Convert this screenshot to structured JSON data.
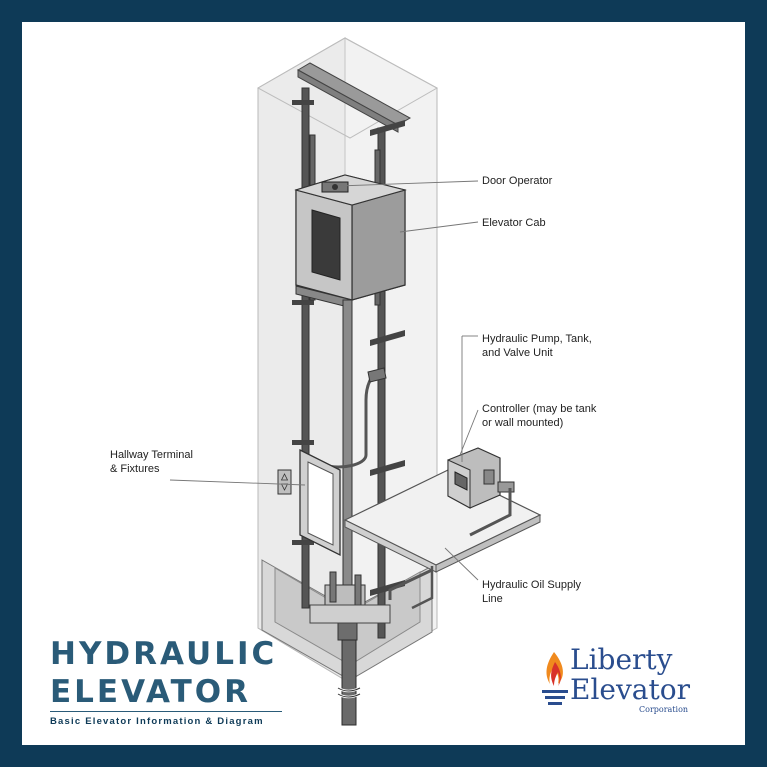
{
  "labels": {
    "door_operator": "Door Operator",
    "elevator_cab": "Elevator Cab",
    "pump_line1": "Hydraulic Pump, Tank,",
    "pump_line2": "and Valve Unit",
    "controller_line1": "Controller (may be tank",
    "controller_line2": "or wall mounted)",
    "hallway_line1": "Hallway Terminal",
    "hallway_line2": "& Fixtures",
    "oil_line1": "Hydraulic Oil Supply",
    "oil_line2": "Line"
  },
  "title": {
    "line1": "HYDRAULIC",
    "line2": "ELEVATOR",
    "subtitle": "Basic Elevator Information & Diagram"
  },
  "brand": {
    "line1": "Liberty",
    "line2": "Elevator",
    "line3": "Corporation"
  },
  "colors": {
    "frame": "#0e3a57",
    "title": "#2a5b78",
    "brand": "#2a4d8e",
    "flame_orange": "#f08a1e",
    "flame_red": "#d8322a"
  }
}
